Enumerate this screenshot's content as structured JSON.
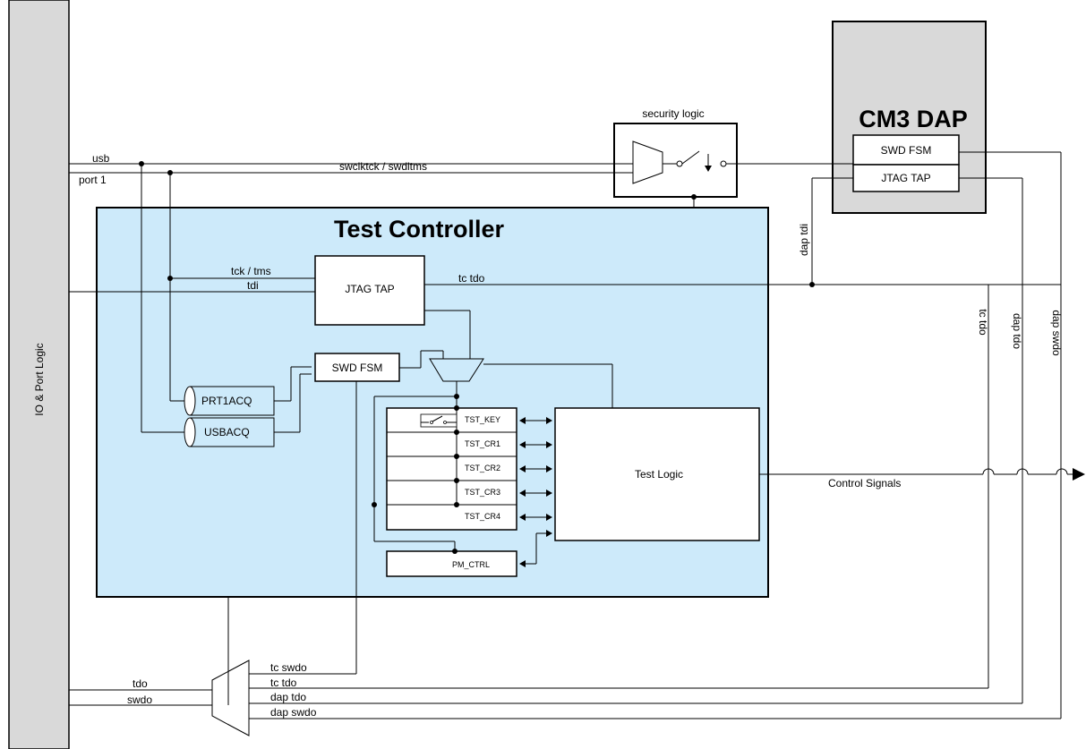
{
  "io_panel": {
    "label": "IO & Port Logic"
  },
  "cm3_dap": {
    "title": "CM3 DAP",
    "swd_fsm": "SWD FSM",
    "jtag_tap": "JTAG TAP"
  },
  "security": {
    "label": "security logic"
  },
  "test_controller": {
    "title": "Test Controller",
    "jtag_tap": "JTAG TAP",
    "swd_fsm": "SWD FSM",
    "prt1acq": "PRT1ACQ",
    "usbacq": "USBACQ",
    "registers": [
      "TST_KEY",
      "TST_CR1",
      "TST_CR2",
      "TST_CR3",
      "TST_CR4"
    ],
    "pm_ctrl": "PM_CTRL",
    "test_logic": "Test Logic"
  },
  "signals": {
    "usb": "usb",
    "port1": "port 1",
    "swclk": "swclktck / swditms",
    "tck_tms": "tck / tms",
    "tdi": "tdi",
    "tc_tdo_top": "tc tdo",
    "dap_tdi": "dap tdi",
    "tc_tdo_v": "tc tdo",
    "dap_tdo_v": "dap tdo",
    "dap_swdo_v": "dap swdo",
    "control": "Control Signals",
    "tdo": "tdo",
    "swdo": "swdo",
    "tc_swdo": "tc swdo",
    "tc_tdo_b": "tc tdo",
    "dap_tdo_b": "dap tdo",
    "dap_swdo_b": "dap swdo"
  },
  "colors": {
    "io_panel": "#d9d9d9",
    "cm3_dap": "#d9d9d9",
    "test_controller": "#cdeafa"
  }
}
